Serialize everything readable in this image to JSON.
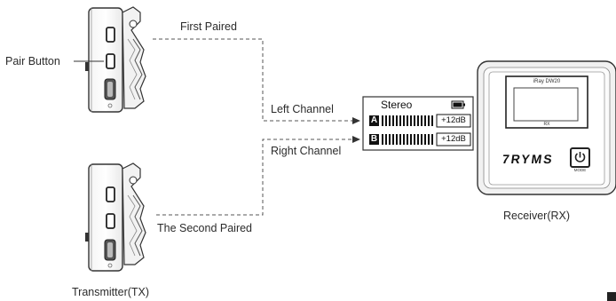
{
  "labels": {
    "pair_button": "Pair Button",
    "first_paired": "First Paired",
    "left_channel": "Left Channel",
    "right_channel": "Right Channel",
    "second_paired": "The Second Paired",
    "transmitter": "Transmitter(TX)",
    "receiver": "Receiver(RX)"
  },
  "display": {
    "mode": "Stereo",
    "channel_a": {
      "letter": "A",
      "gain": "+12dB"
    },
    "channel_b": {
      "letter": "B",
      "gain": "+12dB"
    }
  },
  "receiver_panel": {
    "model": "iRay DW20",
    "screen_text": "RX",
    "brand": "7RYMS",
    "mode_label": "MODE"
  },
  "icons": [
    "battery-icon",
    "power-icon",
    "usb-c-port-icon",
    "clip-icon"
  ]
}
